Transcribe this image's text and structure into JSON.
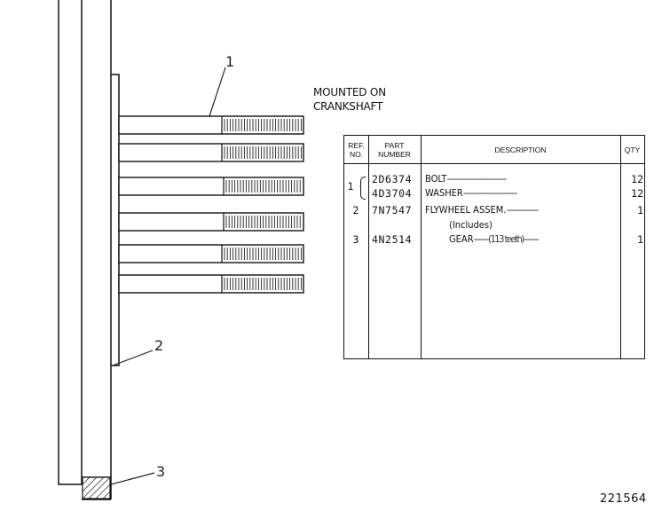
{
  "callouts": [
    "1",
    "2",
    "3"
  ],
  "mount_note": {
    "line1": "MOUNTED ON",
    "line2": "CRANKSHAFT"
  },
  "table": {
    "headers": {
      "ref_line1": "REF.",
      "ref_line2": "NO.",
      "part_line1": "PART",
      "part_line2": "NUMBER",
      "description": "DESCRIPTION",
      "qty": "QTY"
    },
    "rows": [
      {
        "ref": "1",
        "part": "2D6374",
        "desc": "BOLT",
        "leader": "--------------------------------",
        "qty": "12"
      },
      {
        "ref": "",
        "part": "4D3704",
        "desc": "WASHER",
        "leader": "-----------------------------",
        "qty": "12"
      },
      {
        "ref": "2",
        "part": "7N7547",
        "desc": "FLYWHEEL ASSEM.",
        "leader": "-----------------",
        "qty": "1"
      },
      {
        "ref": "",
        "part": "",
        "desc": "(Includes)",
        "leader": "",
        "qty": ""
      },
      {
        "ref": "3",
        "part": "4N2514",
        "desc": "GEAR",
        "leader": "--------(113 teeth)--------",
        "qty": "1"
      }
    ]
  },
  "figure_number": "221564"
}
